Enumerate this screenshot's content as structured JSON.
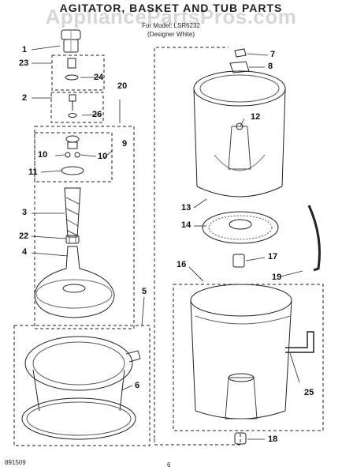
{
  "header": {
    "title": "AGITATOR, BASKET AND TUB PARTS",
    "watermark": "AppliancePartsPros.com",
    "subtitle_line1": "For Model: LSR6232",
    "subtitle_line2": "(Designer White)"
  },
  "callouts": {
    "n1": "1",
    "n2": "2",
    "n3": "3",
    "n4": "4",
    "n5": "5",
    "n6": "6",
    "n7": "7",
    "n8": "8",
    "n9": "9",
    "n10a": "10",
    "n10b": "10",
    "n11": "11",
    "n12": "12",
    "n13": "13",
    "n14": "14",
    "n16": "16",
    "n17": "17",
    "n18": "18",
    "n19": "19",
    "n20": "20",
    "n22": "22",
    "n23": "23",
    "n24": "24",
    "n25": "25",
    "n26": "26"
  },
  "footer": {
    "doc_number": "891509",
    "page_number": "6"
  }
}
